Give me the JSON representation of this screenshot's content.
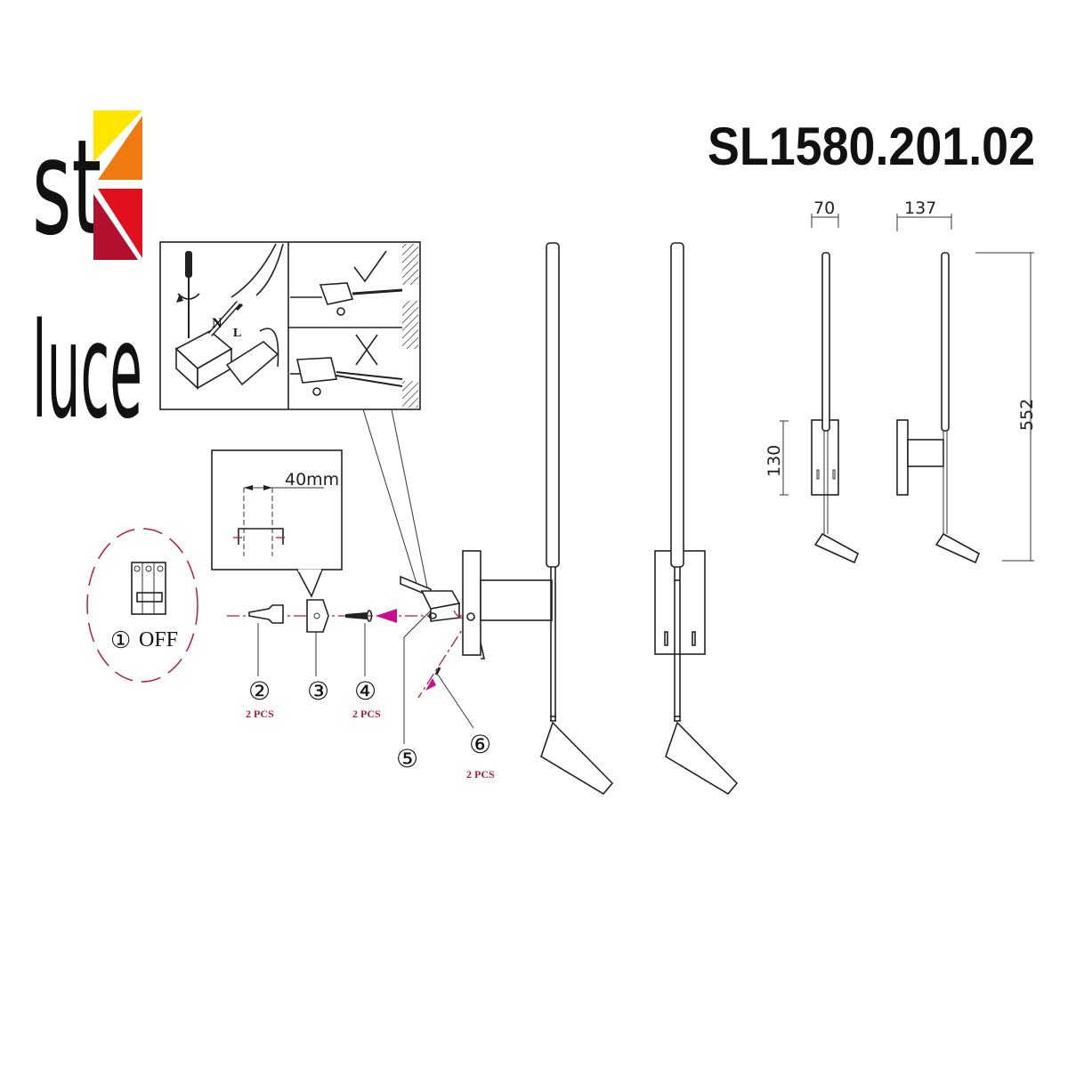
{
  "brand": {
    "line1": "st",
    "line2": "luce",
    "colors": {
      "yellow": "#ffe600",
      "orange": "#f07a10",
      "red": "#e0101e",
      "crimson": "#b3102f"
    }
  },
  "model_number": "SL1580.201.02",
  "dimensions": {
    "front_width": "70",
    "side_depth": "137",
    "height": "552",
    "backplate_height": "130",
    "drill_spacing": "40mm"
  },
  "steps": [
    {
      "number": "①",
      "label": "OFF"
    },
    {
      "number": "②",
      "qty": "2 PCS"
    },
    {
      "number": "③"
    },
    {
      "number": "④",
      "qty": "2 PCS"
    },
    {
      "number": "⑤"
    },
    {
      "number": "⑥",
      "qty": "2 PCS"
    }
  ],
  "wiring_detail": {
    "terminal_labels": [
      "N",
      "L"
    ],
    "correct_icon": "check-mark",
    "incorrect_icon": "x-mark"
  },
  "accent_colors": {
    "dash_line": "#b0203a",
    "arrow": "#c8108f"
  }
}
